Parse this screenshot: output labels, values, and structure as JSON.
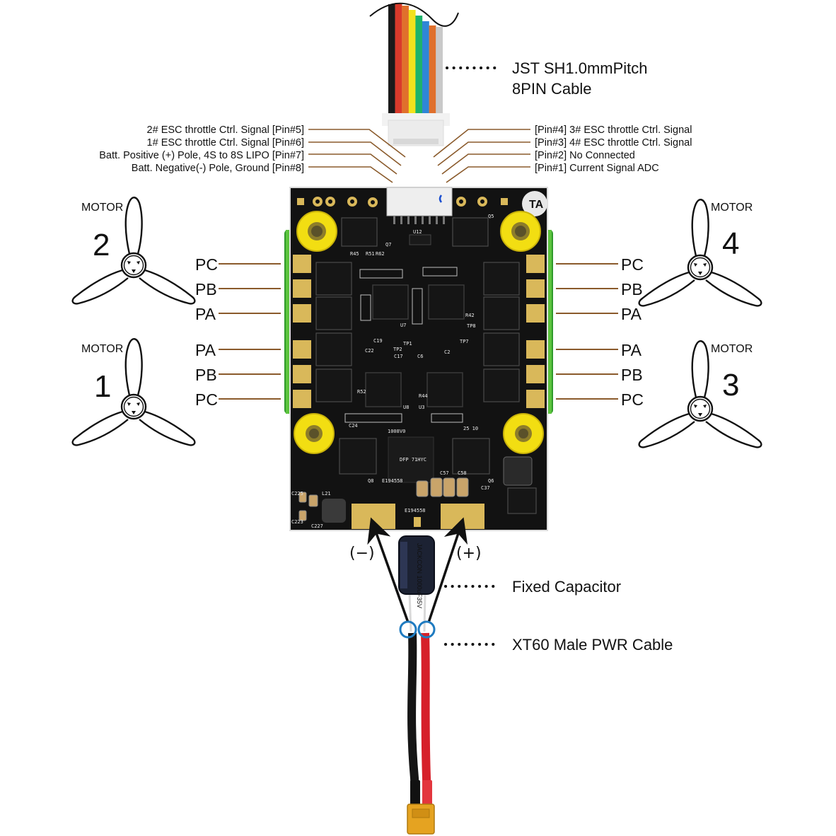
{
  "diagram": {
    "title": "4-in-1 ESC wiring diagram",
    "connector": {
      "callout_line1": "JST SH1.0mmPitch",
      "callout_line2": "8PIN Cable",
      "wire_colors": [
        "#1a1a1a",
        "#d93a2b",
        "#e0702c",
        "#f2e21c",
        "#1db36b",
        "#2f86d6",
        "#e0702c",
        "#c9c9c9"
      ]
    },
    "pins_left": [
      {
        "label": "2# ESC throttle Ctrl. Signal [Pin#5]"
      },
      {
        "label": "1# ESC throttle Ctrl. Signal [Pin#6]"
      },
      {
        "label": "Batt. Positive  (+) Pole, 4S to 8S LIPO [Pin#7]"
      },
      {
        "label": "Batt. Negative(-) Pole, Ground [Pin#8]"
      }
    ],
    "pins_right": [
      {
        "label": "[Pin#4] 3# ESC throttle Ctrl. Signal"
      },
      {
        "label": "[Pin#3] 4# ESC throttle Ctrl. Signal"
      },
      {
        "label": "[Pin#2] No Connected"
      },
      {
        "label": "[Pin#1] Current Signal ADC"
      }
    ],
    "motors": {
      "m2": {
        "word": "MOTOR",
        "number": "2"
      },
      "m1": {
        "word": "MOTOR",
        "number": "1"
      },
      "m4": {
        "word": "MOTOR",
        "number": "4"
      },
      "m3": {
        "word": "MOTOR",
        "number": "3"
      }
    },
    "phases_left": [
      "PC",
      "PB",
      "PA",
      "PA",
      "PB",
      "PC"
    ],
    "phases_right": [
      "PC",
      "PB",
      "PA",
      "PA",
      "PB",
      "PC"
    ],
    "power": {
      "negative": "(−)",
      "positive": "(+)",
      "capacitor_callout": "Fixed Capacitor",
      "cable_callout": "XT60 Male PWR Cable",
      "capacitor_text": "JACKCON 1000uF35V"
    },
    "pcb": {
      "silkscreen": [
        "U12",
        "Q5",
        "Q7",
        "Q8",
        "Q6",
        "U7",
        "U3",
        "U8",
        "C24",
        "R45",
        "R62",
        "R51",
        "TP8",
        "TP7",
        "TP1",
        "TP2",
        "C17",
        "C6",
        "C2",
        "C19",
        "C22",
        "R42",
        "R44",
        "R52",
        "C57",
        "C58",
        "C37",
        "L21",
        "C227",
        "C225",
        "C223",
        "E194558",
        "E194558",
        "1008V0",
        "25 10",
        "DFP 71HYC",
        "TA"
      ]
    },
    "colors": {
      "leader": "#8a5a2b",
      "pcb": "#121212",
      "pad": "#d9b85a",
      "standoff": "#f2de12",
      "circle_marker": "#1f7bc0"
    }
  }
}
